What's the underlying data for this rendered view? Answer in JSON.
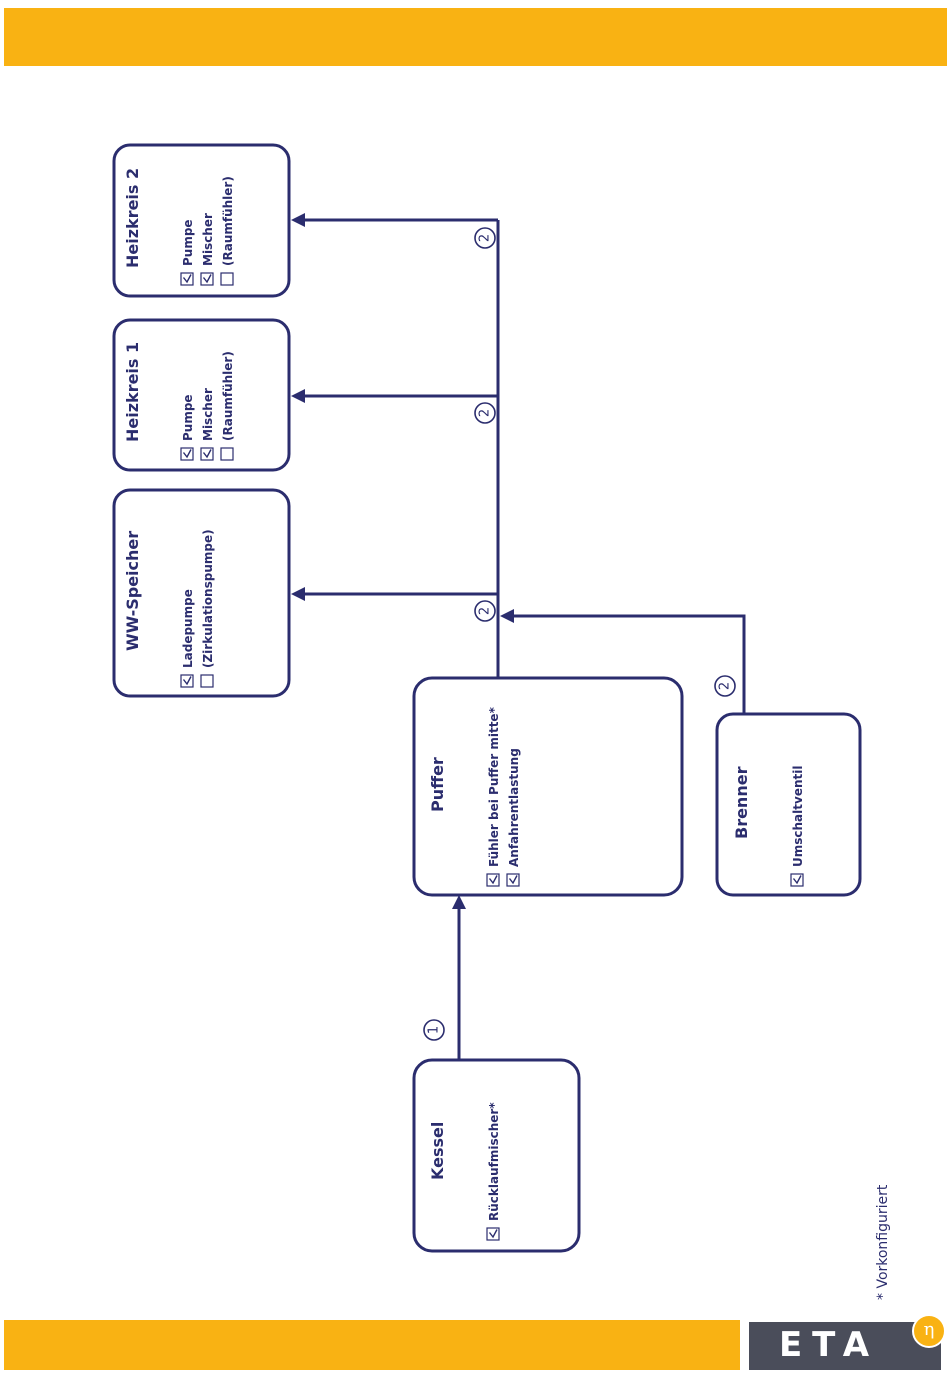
{
  "boxes": {
    "heizkreis2": {
      "title": "Heizkreis 2",
      "items": [
        {
          "label": "Pumpe",
          "checked": true
        },
        {
          "label": "Mischer",
          "checked": true
        },
        {
          "label": "(Raumfühler)",
          "checked": false
        }
      ]
    },
    "heizkreis1": {
      "title": "Heizkreis 1",
      "items": [
        {
          "label": "Pumpe",
          "checked": true
        },
        {
          "label": "Mischer",
          "checked": true
        },
        {
          "label": "(Raumfühler)",
          "checked": false
        }
      ]
    },
    "ww": {
      "title": "WW-Speicher",
      "items": [
        {
          "label": "Ladepumpe",
          "checked": true
        },
        {
          "label": "(Zirkulationspumpe)",
          "checked": false
        }
      ]
    },
    "puffer": {
      "title": "Puffer",
      "items": [
        {
          "label": "Fühler bei Puffer mitte*",
          "checked": true
        },
        {
          "label": "Anfahrentlastung",
          "checked": true
        }
      ]
    },
    "brenner": {
      "title": "Brenner",
      "items": [
        {
          "label": "Umschaltventil",
          "checked": true
        }
      ]
    },
    "kessel": {
      "title": "Kessel",
      "items": [
        {
          "label": "Rücklaufmischer*",
          "checked": true
        }
      ]
    }
  },
  "connectors": {
    "kessel_puffer": "1",
    "hk2": "2",
    "hk1": "2",
    "ww": "2",
    "brenner": "2"
  },
  "footnote": "* Vorkonfiguriert",
  "logo": {
    "text": "ETA",
    "symbol": "η"
  },
  "colors": {
    "accent": "#f9b213",
    "line": "#2b2d6e",
    "logo_bg": "#4a4d5a"
  }
}
